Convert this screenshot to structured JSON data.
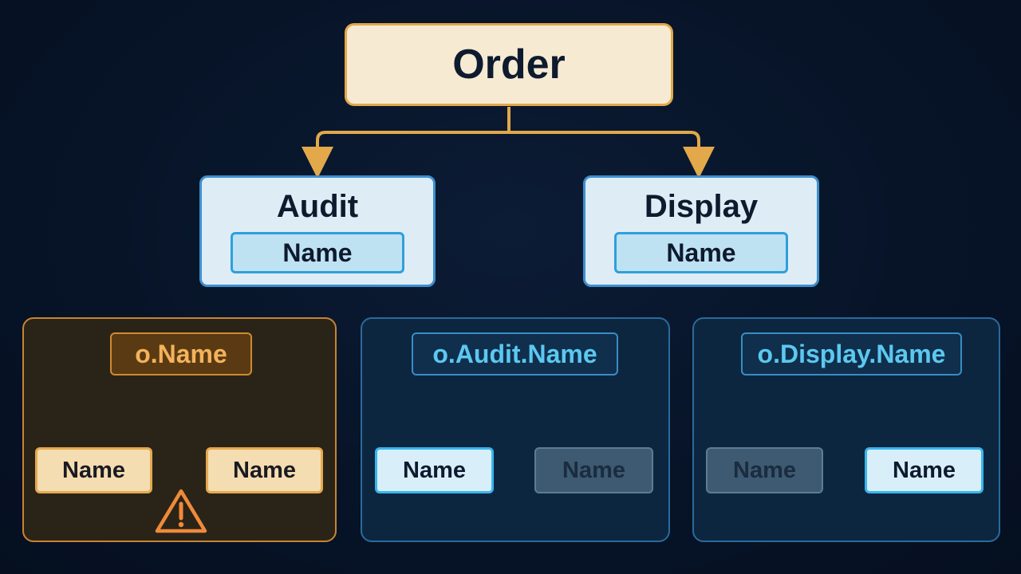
{
  "root": {
    "label": "Order"
  },
  "children": [
    {
      "title": "Audit",
      "field": "Name"
    },
    {
      "title": "Display",
      "field": "Name"
    }
  ],
  "panels": [
    {
      "expression": "o.Name",
      "left_leaf": "Name",
      "right_leaf": "Name",
      "status": "ambiguous",
      "icon": "warning-icon"
    },
    {
      "expression": "o.Audit.Name",
      "left_leaf": "Name",
      "right_leaf": "Name",
      "selected": "left"
    },
    {
      "expression": "o.Display.Name",
      "left_leaf": "Name",
      "right_leaf": "Name",
      "selected": "right"
    }
  ],
  "colors": {
    "amber": "#e2a84a",
    "blue": "#38b6ec",
    "background": "#071428"
  }
}
